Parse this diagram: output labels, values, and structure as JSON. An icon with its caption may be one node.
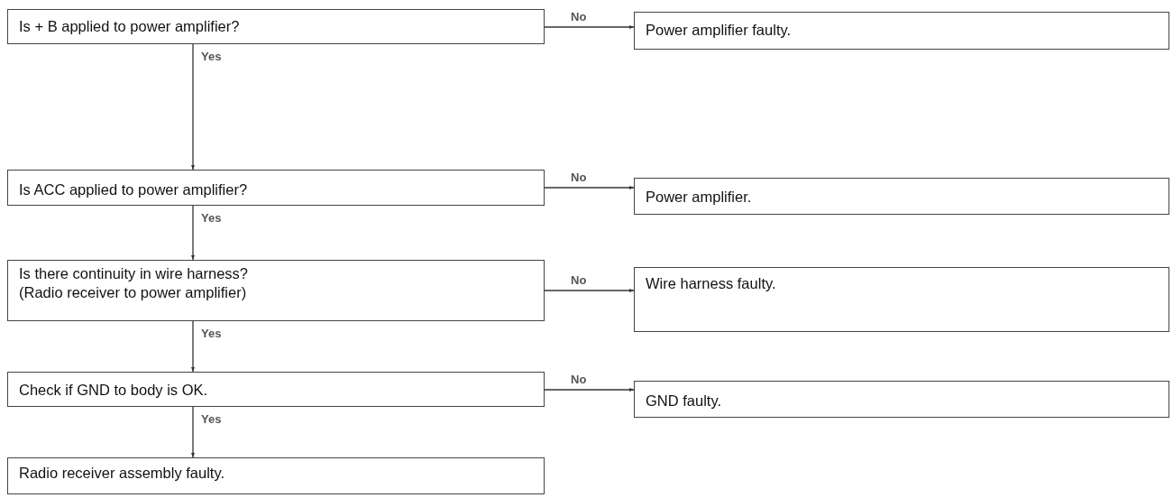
{
  "diagram": {
    "nodes": [
      {
        "text": [
          "Is + B applied to power amplifier?"
        ]
      },
      {
        "text": [
          "Power amplifier faulty."
        ]
      },
      {
        "text": [
          "Is ACC applied to power amplifier?"
        ]
      },
      {
        "text": [
          "Power amplifier."
        ]
      },
      {
        "text": [
          "Is there continuity in wire harness?",
          "(Radio receiver to power amplifier)"
        ]
      },
      {
        "text": [
          "Wire harness faulty."
        ]
      },
      {
        "text": [
          "Check if GND to body is OK."
        ]
      },
      {
        "text": [
          "GND faulty."
        ]
      },
      {
        "text": [
          "Radio receiver assembly faulty."
        ]
      }
    ],
    "edges": [
      {
        "from": 0,
        "to": 1,
        "arrow": "to",
        "label": "No"
      },
      {
        "from": 0,
        "to": 2,
        "arrow": "to",
        "label": "Yes"
      },
      {
        "from": 2,
        "to": 3,
        "arrow": "to",
        "label": "No"
      },
      {
        "from": 2,
        "to": 4,
        "arrow": "to",
        "label": "Yes"
      },
      {
        "from": 4,
        "to": 5,
        "arrow": "to",
        "label": "No"
      },
      {
        "from": 4,
        "to": 6,
        "arrow": "to",
        "label": "Yes"
      },
      {
        "from": 6,
        "to": 7,
        "arrow": "to",
        "label": "No"
      },
      {
        "from": 6,
        "to": 8,
        "arrow": "to",
        "label": "Yes"
      }
    ]
  }
}
